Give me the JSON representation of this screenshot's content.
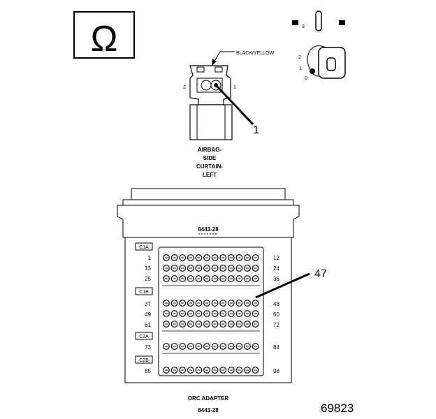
{
  "symbols": {
    "ohm_symbol": "Ω"
  },
  "ignition": {
    "positions": [
      "3",
      "2",
      "1",
      "0"
    ]
  },
  "connector": {
    "wire_color": "BLACK/YELLOW",
    "pin_left": "2",
    "pin_right": "1",
    "callout": "1",
    "name_lines": [
      "AIRBAG-",
      "SIDE",
      "CURTAIN-",
      "LEFT"
    ]
  },
  "adapter": {
    "model": "8443-28",
    "callout": "47",
    "title": "ORC ADAPTER",
    "model_bottom": "8443-28",
    "connector_tags": [
      "C1A",
      "C1B",
      "C2A",
      "C2B"
    ],
    "left_pin_numbers": [
      "1",
      "13",
      "25",
      "37",
      "49",
      "61",
      "73",
      "85"
    ],
    "right_pin_numbers": [
      "12",
      "24",
      "36",
      "48",
      "60",
      "72",
      "84",
      "96"
    ]
  },
  "figure_id": "69823"
}
